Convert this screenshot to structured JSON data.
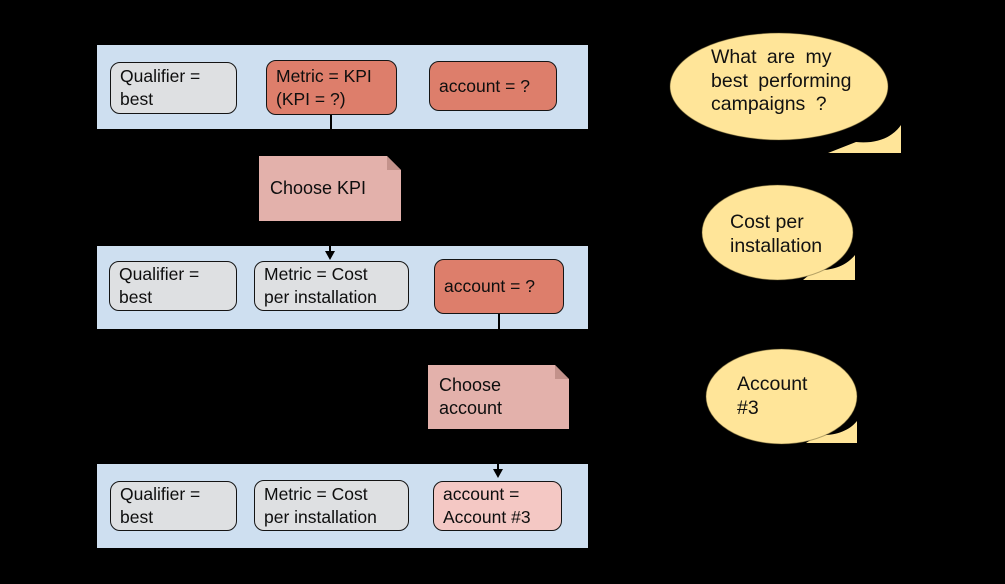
{
  "diagram": {
    "rows": [
      {
        "boxes": [
          {
            "label": "Qualifier =\nbest",
            "state": "known"
          },
          {
            "label": "Metric = KPI\n(KPI = ?)",
            "state": "unresolved"
          },
          {
            "label": "account = ?",
            "state": "unresolved"
          }
        ]
      },
      {
        "boxes": [
          {
            "label": "Qualifier =\nbest",
            "state": "known"
          },
          {
            "label": "Metric = Cost\nper installation",
            "state": "known"
          },
          {
            "label": "account = ?",
            "state": "unresolved"
          }
        ]
      },
      {
        "boxes": [
          {
            "label": "Qualifier =\nbest",
            "state": "known"
          },
          {
            "label": "Metric = Cost\nper installation",
            "state": "known"
          },
          {
            "label": "account =\nAccount #3",
            "state": "resolved"
          }
        ]
      }
    ],
    "actions": [
      {
        "label": "Choose KPI"
      },
      {
        "label": "Choose\naccount"
      }
    ],
    "bubbles": [
      {
        "text": "What are my\nbest performing\ncampaigns ?"
      },
      {
        "text": "Cost per\ninstallation"
      },
      {
        "text": "Account\n#3"
      }
    ],
    "colors": {
      "background": "#000000",
      "row_band": "#CEDFF0",
      "known_box": "#DEE0E2",
      "unresolved_box": "#DD7E6B",
      "resolved_box": "#F4C8C4",
      "action_note": "#E3B1AB",
      "speech_bubble": "#FFE599",
      "connector": "#000000"
    }
  }
}
